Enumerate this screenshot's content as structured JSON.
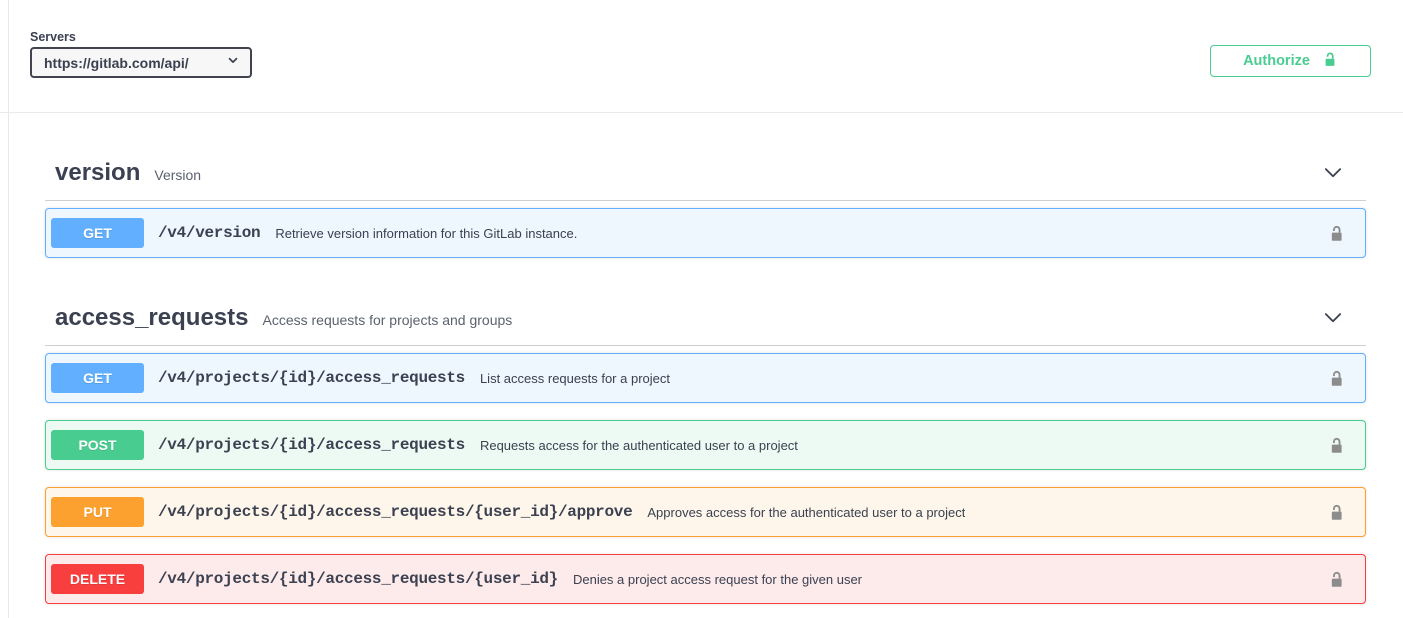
{
  "servers": {
    "label": "Servers",
    "selected_url": "https://gitlab.com/api/"
  },
  "authorize": {
    "label": "Authorize"
  },
  "colors": {
    "accent_green": "#49cc90",
    "method_get": "#61affe",
    "method_post": "#49cc90",
    "method_put": "#fca130",
    "method_delete": "#f93e3e",
    "heading_text": "#3b4151",
    "lock_gray": "#8c8c8c"
  },
  "sections": [
    {
      "title": "version",
      "subtitle": "Version",
      "operations": [
        {
          "method": "GET",
          "path": "/v4/version",
          "description": "Retrieve version information for this GitLab instance."
        }
      ]
    },
    {
      "title": "access_requests",
      "subtitle": "Access requests for projects and groups",
      "operations": [
        {
          "method": "GET",
          "path": "/v4/projects/{id}/access_requests",
          "description": "List access requests for a project"
        },
        {
          "method": "POST",
          "path": "/v4/projects/{id}/access_requests",
          "description": "Requests access for the authenticated user to a project"
        },
        {
          "method": "PUT",
          "path": "/v4/projects/{id}/access_requests/{user_id}/approve",
          "description": "Approves access for the authenticated user to a project"
        },
        {
          "method": "DELETE",
          "path": "/v4/projects/{id}/access_requests/{user_id}",
          "description": "Denies a project access request for the given user"
        }
      ]
    }
  ]
}
